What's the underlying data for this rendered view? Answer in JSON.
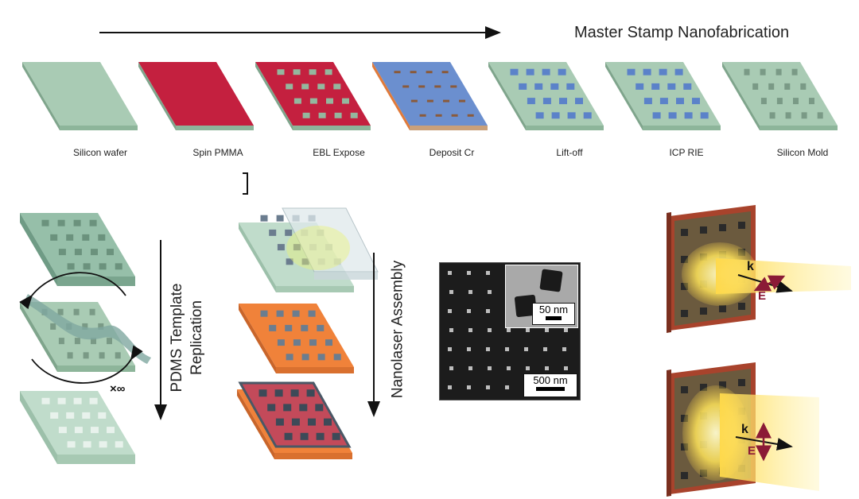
{
  "header": {
    "title": "Master Stamp Nanofabrication"
  },
  "steps": [
    {
      "label": "Silicon wafer"
    },
    {
      "label": "Spin PMMA"
    },
    {
      "label": "EBL Expose"
    },
    {
      "label": "Deposit Cr"
    },
    {
      "label": "Lift-off"
    },
    {
      "label": "ICP RIE"
    },
    {
      "label": "Silicon Mold"
    }
  ],
  "pdms": {
    "line1": "PDMS Template",
    "line2": "Replication",
    "repeat": "×∞"
  },
  "assembly": {
    "label": "Nanolaser Assembly"
  },
  "sem": {
    "inset_scale": "50 nm",
    "main_scale": "500 nm"
  },
  "optics": {
    "k": "k",
    "e": "E"
  },
  "colors": {
    "silicon": "#a9cbb4",
    "pmma": "#c4203f",
    "chromium": "#6b8fcf",
    "substrate": "#f0823a",
    "field": "#9e1b3b",
    "beam": "#ffd94a"
  }
}
